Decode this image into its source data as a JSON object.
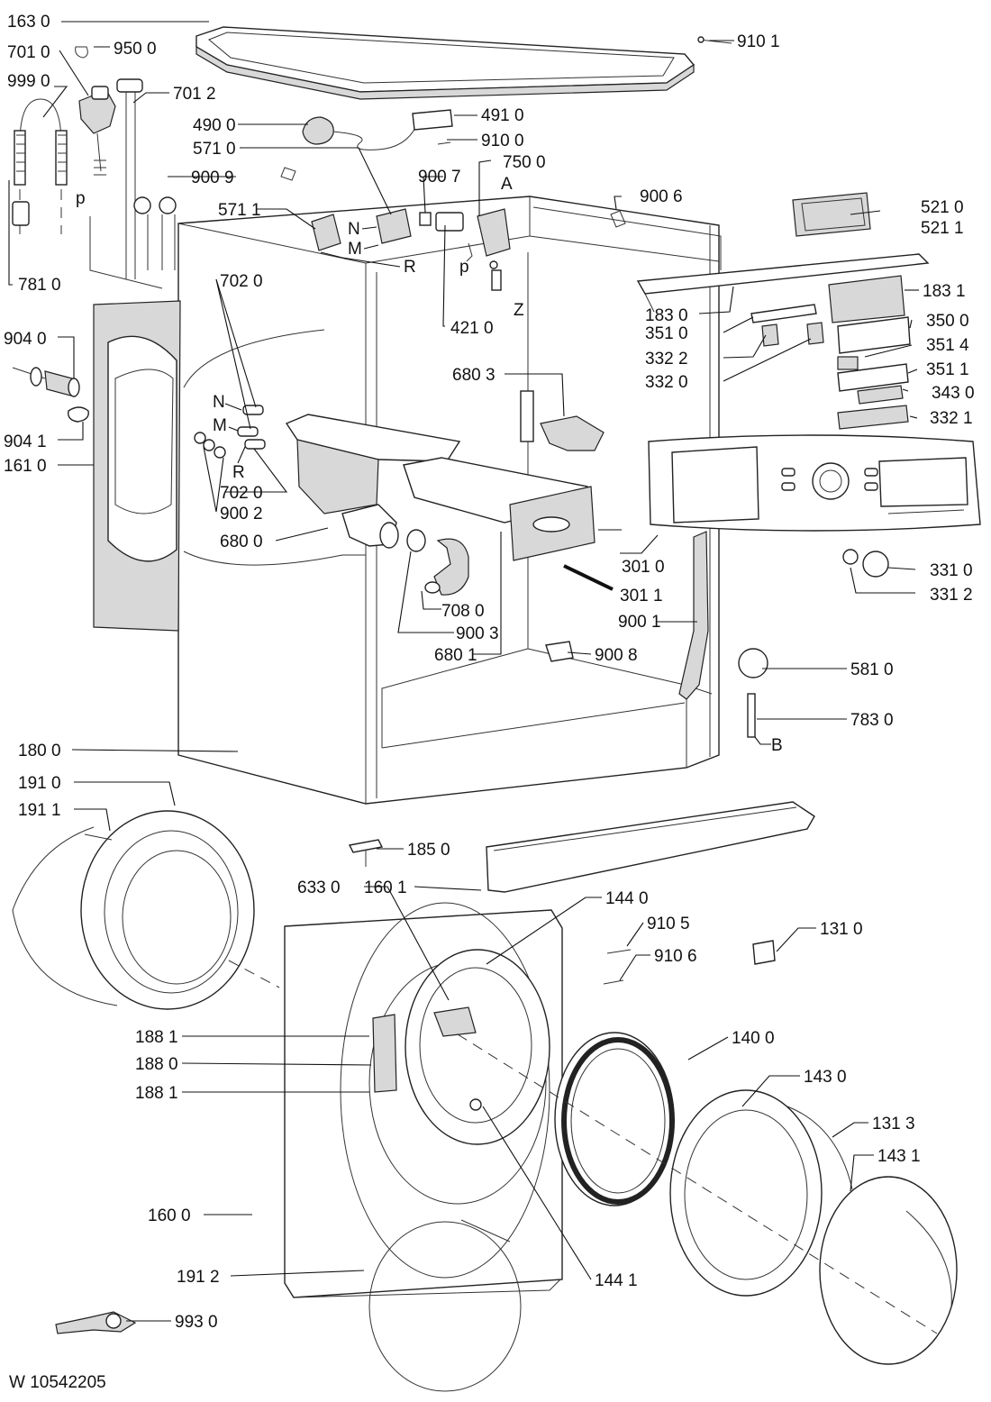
{
  "document_id": "W 10542205",
  "callouts": {
    "c1630": "163 0",
    "c9101": "910 1",
    "c7010": "701 0",
    "c9500": "950 0",
    "c9990": "999 0",
    "c7012": "701 2",
    "c4900": "490 0",
    "c4910": "491 0",
    "c9100": "910 0",
    "c5710": "571 0",
    "c9007": "900 7",
    "c7500": "750 0",
    "c9009": "900 9",
    "c9006": "900 6",
    "c5210": "521 0",
    "c5211": "521 1",
    "c5711": "571 1",
    "c7810": "781 0",
    "c7020a": "702 0",
    "c1831": "183 1",
    "c1830": "183 0",
    "c4210": "421 0",
    "c3510": "351 0",
    "c3500": "350 0",
    "c3322": "332 2",
    "c3514": "351 4",
    "c3320": "332 0",
    "c3511": "351 1",
    "c9040": "904 0",
    "c6803": "680 3",
    "c3430": "343 0",
    "c3321": "332 1",
    "c9041": "904 1",
    "c1610": "161 0",
    "c7020b": "702 0",
    "c9002": "900 2",
    "c6800": "680 0",
    "c3010": "301 0",
    "c3310": "331 0",
    "c3011": "301 1",
    "c3312": "331 2",
    "c7080": "708 0",
    "c9001": "900 1",
    "c9003": "900 3",
    "c6801": "680 1",
    "c9008": "900 8",
    "c5810": "581 0",
    "c7830": "783 0",
    "c1800": "180 0",
    "c1910": "191 0",
    "c1911": "191 1",
    "c1850": "185 0",
    "c6330": "633 0",
    "c1601": "160 1",
    "c1440": "144 0",
    "c9105": "910 5",
    "c1310": "131 0",
    "c9106": "910 6",
    "c1881a": "188 1",
    "c1400": "140 0",
    "c1880": "188 0",
    "c1430": "143 0",
    "c1881b": "188 1",
    "c1313": "131 3",
    "c1431": "143 1",
    "c1600": "160 0",
    "c1912": "191 2",
    "c1441": "144 1",
    "c9930": "993 0"
  },
  "letters": {
    "N1": "N",
    "M1": "M",
    "R1": "R",
    "p1": "p",
    "p2": "p",
    "A": "A",
    "Z": "Z",
    "N2": "N",
    "M2": "M",
    "R2": "R",
    "B": "B"
  }
}
